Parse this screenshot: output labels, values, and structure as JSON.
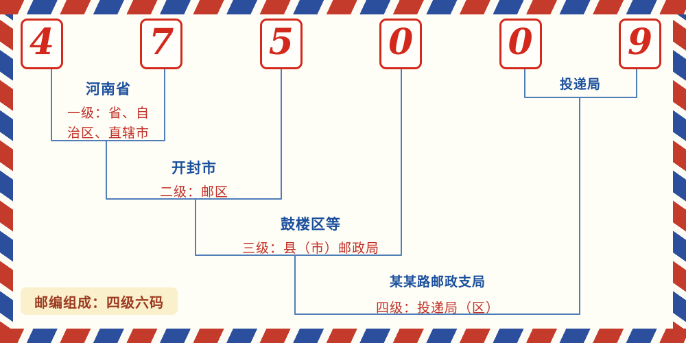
{
  "postal_code_digits": [
    "4",
    "7",
    "5",
    "0",
    "0",
    "9"
  ],
  "levels": [
    {
      "name": "河南省",
      "desc": "一级：省、自治区、直辖市"
    },
    {
      "name": "开封市",
      "desc": "二级：邮区"
    },
    {
      "name": "鼓楼区等",
      "desc": "三级：县（市）邮政局"
    },
    {
      "name": "某某路邮政支局",
      "desc": "四级：投递局（区）"
    },
    {
      "name": "投递局",
      "desc": ""
    }
  ],
  "footer": {
    "composition_label": "邮编组成：四级六码"
  },
  "colors": {
    "stripe_red": "#c43a2b",
    "stripe_blue": "#2c4f9d",
    "digit_red": "#d2291c",
    "connector_blue": "#4f7db8",
    "label_blue": "#1a4f9c",
    "desc_red": "#c03028",
    "badge_background": "#fbf0cc",
    "badge_text": "#9c3a20",
    "page_background": "#fffef6"
  }
}
